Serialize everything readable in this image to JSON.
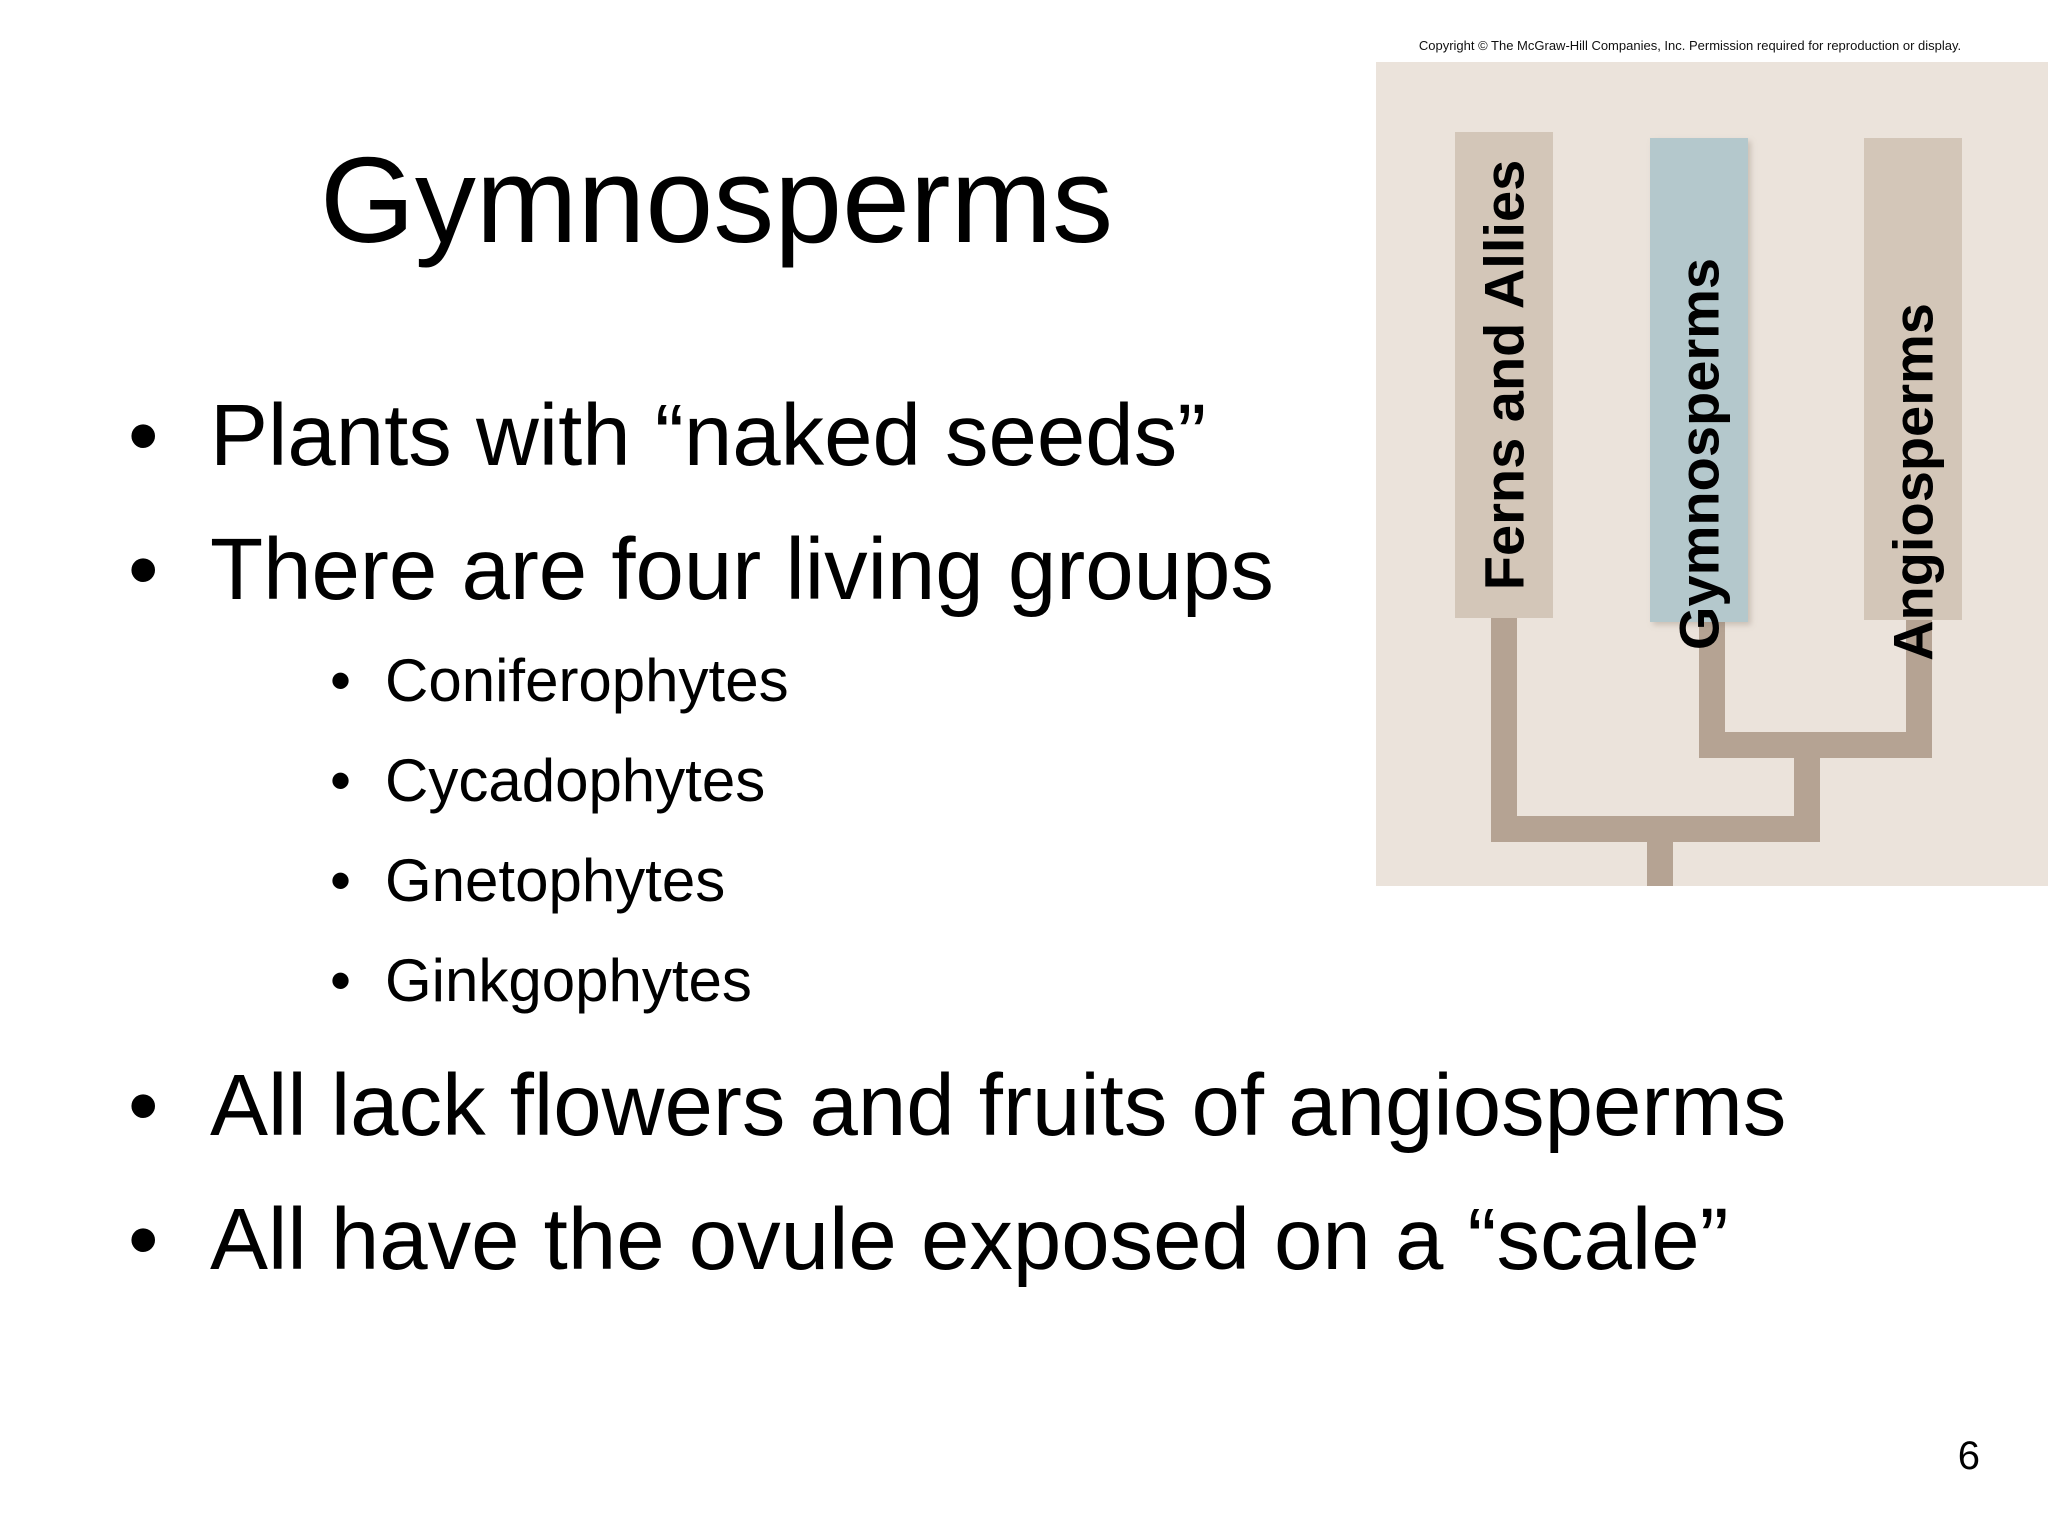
{
  "slide": {
    "title": "Gymnosperms",
    "bullets": [
      "Plants with “naked seeds”",
      "There are four living groups",
      "All lack flowers and fruits of angiosperms",
      "All have the ovule exposed on a “scale”"
    ],
    "sub_bullets": [
      "Coniferophytes",
      "Cycadophytes",
      "Gnetophytes",
      "Ginkgophytes"
    ],
    "bullet_glyph": "•",
    "page_number": "6"
  },
  "figure": {
    "copyright": "Copyright © The McGraw-Hill Companies, Inc. Permission required for reproduction or display.",
    "groups": [
      "Ferns and Allies",
      "Gymnosperms",
      "Angiosperms"
    ],
    "colors": {
      "background": "#ebe3db",
      "tree": "#b5a393",
      "ferns_box": "#d3c6b8",
      "gymnosperms_box": "#b4c8cc",
      "angiosperms_box": "#d3c6b8"
    }
  }
}
